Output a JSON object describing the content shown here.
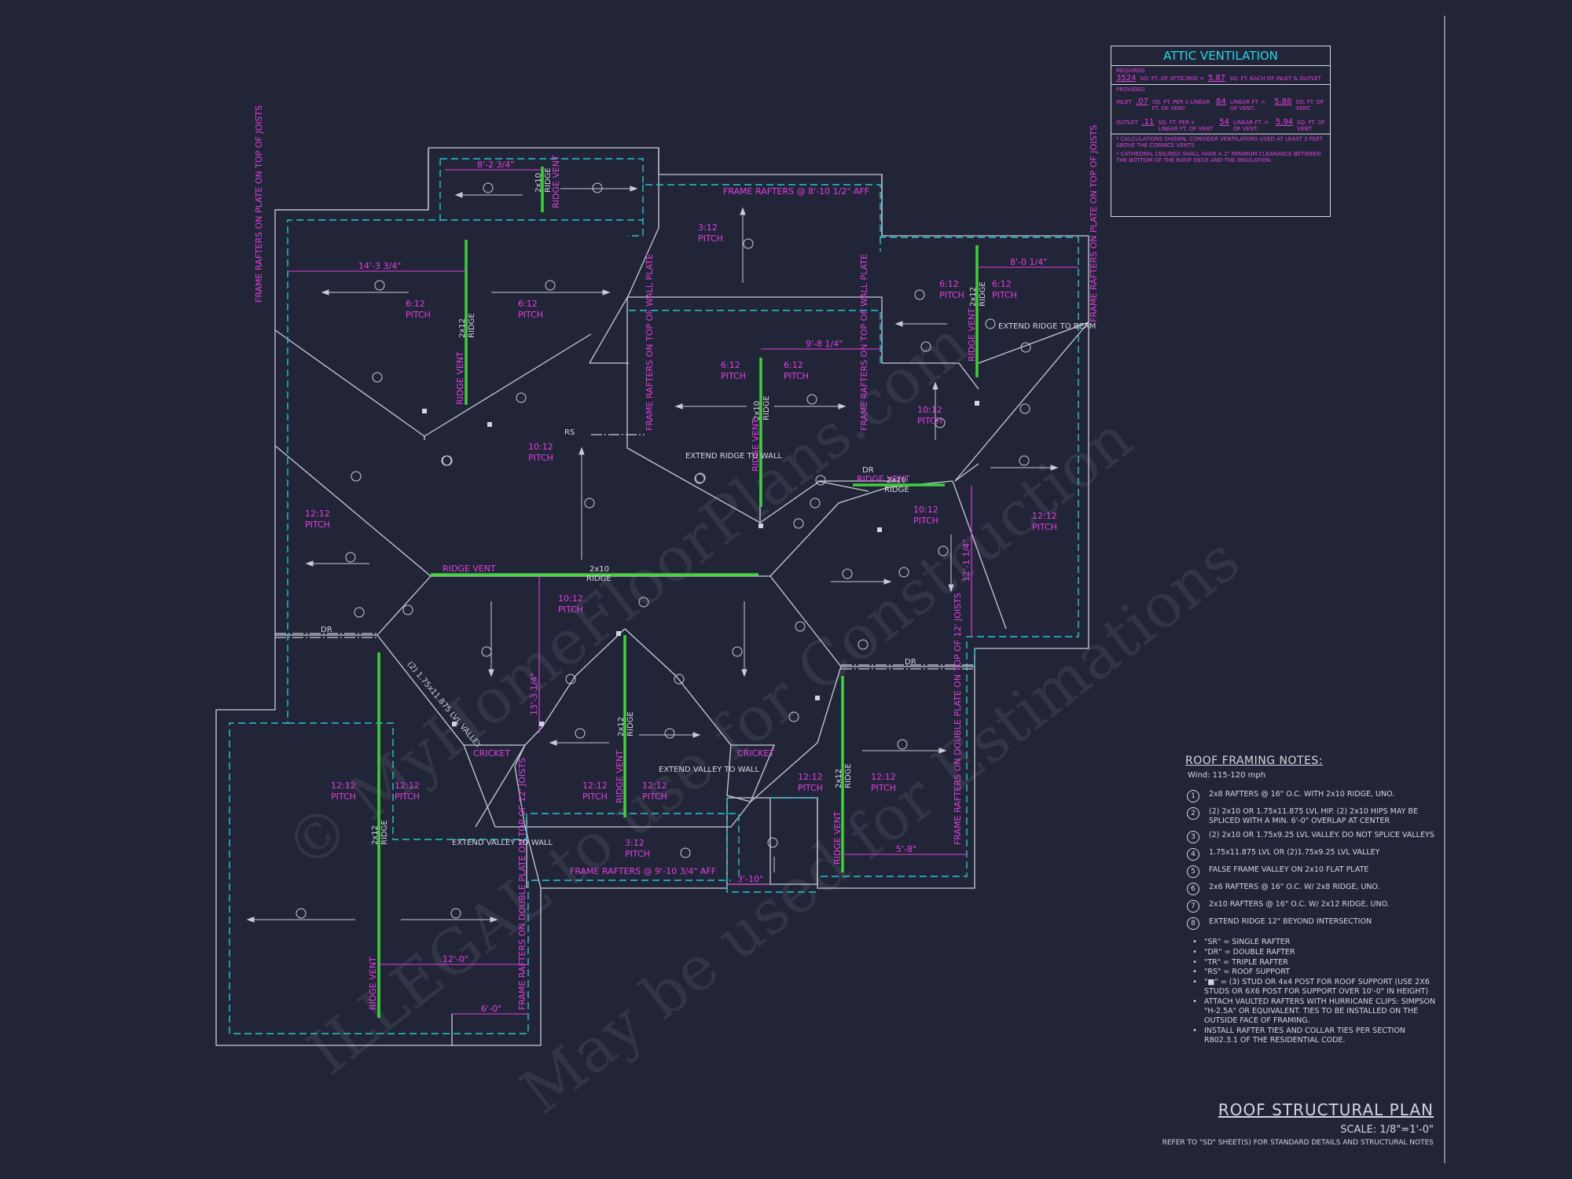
{
  "attic_ventilation": {
    "title": "ATTIC VENTILATION",
    "required_label": "REQUIRED",
    "required_area": "3524",
    "required_text": "SQ. FT. OF ATTIC/600 =",
    "required_value": "5.87",
    "required_unit": "SQ. FT. EACH OF INLET & OUTLET",
    "provided_label": "PROVIDED",
    "inlet_label": "INLET",
    "inlet_rate": ".07",
    "inlet_text": "SQ. FT. PER x LINEAR FT. OF VENT",
    "inlet_length": "84",
    "inlet_length_text": "LINEAR FT. = OF VENT.",
    "inlet_value": "5.88",
    "inlet_unit": "SQ. FT. OF VENT.",
    "outlet_label": "OUTLET",
    "outlet_rate": ".11",
    "outlet_text": "SQ. FT. PER x LINEAR FT. OF VENT",
    "outlet_length": "54",
    "outlet_length_text": "LINEAR FT. = OF VENT.",
    "outlet_value": "5.94",
    "outlet_unit": "SQ. FT. OF VENT.",
    "note1": "* CALCULATIONS SHOWN, CONSIDER VENTILATORS USED AT LEAST 3 FEET ABOVE THE CORNICE VENTS",
    "note2": "* CATHEDRAL CEILINGS SHALL HAVE A 1\" MINIMUM CLEARANCE BETWEEN THE BOTTOM OF THE ROOF DECK AND THE INSULATION."
  },
  "plan_labels": {
    "frame_rafters_top": "FRAME RAFTERS @ 8'-10 1/2\" AFF",
    "frame_rafters_bottom": "FRAME RAFTERS @ 9'-10 3/4\" AFF",
    "dim_8_2": "8'-2 3/4\"",
    "dim_14_3": "14'-3 3/4\"",
    "dim_9_8": "9'-8 1/4\"",
    "dim_8_0": "8'-0 1/4\"",
    "dim_12_1": "12'-1 1/4\"",
    "dim_13_3": "13'-3 1/4\"",
    "dim_12_0": "12'-0\"",
    "dim_6_0": "6'-0\"",
    "dim_3_10": "3'-10\"",
    "dim_5_8": "5'-8\"",
    "pitch_3_12": "3:12",
    "pitch_6_12": "6:12",
    "pitch_10_12": "10:12",
    "pitch_12_12": "12:12",
    "pitch": "PITCH",
    "ridge_vent": "RIDGE VENT",
    "ridge_2x10": "2x10",
    "ridge_2x12": "2x12",
    "ridge": "RIDGE",
    "cricket": "CRICKET",
    "rs": "RS",
    "dr": "DR",
    "extend_ridge_wall": "EXTEND RIDGE TO WALL",
    "extend_ridge_beam": "EXTEND RIDGE TO BEAM",
    "extend_valley_wall": "EXTEND VALLEY TO WALL",
    "lvl_valley": "(2) 1.75x11.875 LVL VALLEY",
    "frame_plate_left": "FRAME RAFTERS ON PLATE ON TOP OF JOISTS",
    "frame_plate_right": "FRAME RAFTERS ON PLATE ON TOP OF JOISTS",
    "frame_wall_plate": "FRAME RAFTERS ON TOP OF WALL PLATE",
    "frame_double_plate": "FRAME RAFTERS ON DOUBLE PLATE ON TOP OF 12' JOISTS"
  },
  "roof_framing_notes": {
    "title": "ROOF FRAMING NOTES:",
    "wind": "Wind: 115-120 mph",
    "items": [
      {
        "num": "1",
        "text": "2x8 RAFTERS @ 16\" O.C. WITH 2x10 RIDGE, UNO."
      },
      {
        "num": "2",
        "text": "(2) 2x10 OR 1.75x11.875 LVL HIP. (2) 2x10 HIPS MAY BE SPLICED WITH A MIN. 6'-0\" OVERLAP AT CENTER"
      },
      {
        "num": "3",
        "text": "(2) 2x10 OR 1.75x9.25 LVL VALLEY. DO NOT SPLICE VALLEYS"
      },
      {
        "num": "4",
        "text": "1.75x11.875 LVL OR (2)1.75x9.25 LVL VALLEY"
      },
      {
        "num": "5",
        "text": "FALSE FRAME VALLEY ON 2x10 FLAT PLATE"
      },
      {
        "num": "6",
        "text": "2x6 RAFTERS @ 16\" O.C. W/ 2x8 RIDGE, UNO."
      },
      {
        "num": "7",
        "text": "2x10 RAFTERS @ 16\" O.C. W/ 2x12 RIDGE, UNO."
      },
      {
        "num": "8",
        "text": "EXTEND RIDGE 12\" BEYOND INTERSECTION"
      }
    ],
    "legend": [
      "\"SR\" = SINGLE RAFTER",
      "\"DR\" = DOUBLE RAFTER",
      "\"TR\" = TRIPLE RAFTER",
      "\"RS\" = ROOF SUPPORT",
      "\"■\" = (3) STUD OR 4x4 POST FOR ROOF SUPPORT (USE 2X6 STUDS OR 6X6 POST FOR SUPPORT OVER 10'-0\" IN HEIGHT)",
      "ATTACH VAULTED RAFTERS WITH HURRICANE CLIPS: SIMPSON \"H-2.5A\" OR EQUIVALENT. TIES TO BE INSTALLED ON THE OUTSIDE FACE OF FRAMING.",
      "INSTALL RAFTER TIES AND COLLAR TIES PER SECTION R802.3.1 OF THE RESIDENTIAL CODE."
    ]
  },
  "title_block": {
    "title": "ROOF STRUCTURAL PLAN",
    "scale": "SCALE: 1/8\"=1'-0\"",
    "reference": "REFER TO \"SD\" SHEET(S) FOR STANDARD DETAILS AND STRUCTURAL NOTES"
  },
  "watermark": {
    "line1": "© MyHomeFloorPlans.com",
    "line2": "ILLEGAL to use for Construction",
    "line3": "May be used for Estimations"
  },
  "colors": {
    "background": "#222538",
    "linework": "#c9ccd6",
    "dashed": "#27c3d0",
    "ridge": "#3fd03a",
    "annotation": "#e23fe0"
  }
}
